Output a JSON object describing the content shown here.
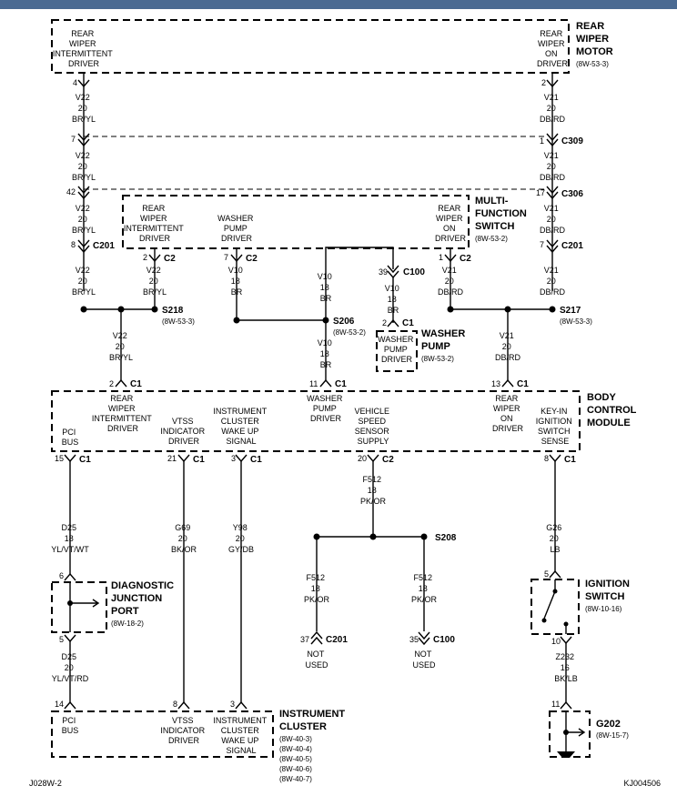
{
  "modules": {
    "rear_wiper_motor": {
      "lines": [
        "REAR",
        "WIPER",
        "MOTOR"
      ],
      "ref": "(8W-53-3)"
    },
    "multifunction_switch": {
      "lines": [
        "MULTI-",
        "FUNCTION",
        "SWITCH"
      ],
      "ref": "(8W-53-2)"
    },
    "body_control_module": {
      "lines": [
        "BODY",
        "CONTROL",
        "MODULE"
      ]
    },
    "washer_pump": {
      "lines": [
        "WASHER",
        "PUMP"
      ],
      "ref": "(8W-53-2)"
    },
    "diagnostic_junction_port": {
      "lines": [
        "DIAGNOSTIC",
        "JUNCTION",
        "PORT"
      ],
      "ref": "(8W-18-2)"
    },
    "ignition_switch": {
      "lines": [
        "IGNITION",
        "SWITCH"
      ],
      "ref": "(8W-10-16)"
    },
    "instrument_cluster": {
      "lines": [
        "INSTRUMENT",
        "CLUSTER"
      ],
      "refs": [
        "(8W-40-3)",
        "(8W-40-4)",
        "(8W-40-5)",
        "(8W-40-6)",
        "(8W-40-7)"
      ]
    },
    "g202": {
      "lines": [
        "G202"
      ],
      "ref": "(8W-15-7)"
    }
  },
  "internal_labels": {
    "rwm_intermittent": [
      "REAR",
      "WIPER",
      "INTERMITTENT",
      "DRIVER"
    ],
    "rwm_on": [
      "REAR",
      "WIPER",
      "ON",
      "DRIVER"
    ],
    "mfs_intermittent": [
      "REAR",
      "WIPER",
      "INTERMITTENT",
      "DRIVER"
    ],
    "mfs_washer": [
      "WASHER",
      "PUMP",
      "DRIVER"
    ],
    "mfs_on": [
      "REAR",
      "WIPER",
      "ON",
      "DRIVER"
    ],
    "pump_driver": [
      "WASHER",
      "PUMP",
      "DRIVER"
    ],
    "bcm_pci": [
      "PCI",
      "BUS"
    ],
    "bcm_intermittent": [
      "REAR",
      "WIPER",
      "INTERMITTENT",
      "DRIVER"
    ],
    "bcm_vtss": [
      "VTSS",
      "INDICATOR",
      "DRIVER"
    ],
    "bcm_ic_wake": [
      "INSTRUMENT",
      "CLUSTER",
      "WAKE UP",
      "SIGNAL"
    ],
    "bcm_washer": [
      "WASHER",
      "PUMP",
      "DRIVER"
    ],
    "bcm_vss": [
      "VEHICLE",
      "SPEED",
      "SENSOR",
      "SUPPLY"
    ],
    "bcm_on": [
      "REAR",
      "WIPER",
      "ON",
      "DRIVER"
    ],
    "bcm_keyin": [
      "KEY-IN",
      "IGNITION",
      "SWITCH",
      "SENSE"
    ],
    "ic_pci": [
      "PCI",
      "BUS"
    ],
    "ic_vtss": [
      "VTSS",
      "INDICATOR",
      "DRIVER"
    ],
    "ic_wake": [
      "INSTRUMENT",
      "CLUSTER",
      "WAKE UP",
      "SIGNAL"
    ]
  },
  "wires": {
    "v22_a": [
      "V22",
      "20",
      "BR/YL"
    ],
    "v22_b": [
      "V22",
      "20",
      "BR/YL"
    ],
    "v22_c": [
      "V22",
      "20",
      "BR/YL"
    ],
    "v22_d": [
      "V22",
      "20",
      "BR/YL"
    ],
    "v22_e": [
      "V22",
      "20",
      "BR/YL"
    ],
    "v22_f": [
      "V22",
      "20",
      "BR/YL"
    ],
    "v21_a": [
      "V21",
      "20",
      "DB/RD"
    ],
    "v21_b": [
      "V21",
      "20",
      "DB/RD"
    ],
    "v21_c": [
      "V21",
      "20",
      "DB/RD"
    ],
    "v21_d": [
      "V21",
      "20",
      "DB/RD"
    ],
    "v21_e": [
      "V21",
      "20",
      "DB/RD"
    ],
    "v21_f": [
      "V21",
      "20",
      "DB/RD"
    ],
    "v10_a": [
      "V10",
      "18",
      "BR"
    ],
    "v10_b": [
      "V10",
      "18",
      "BR"
    ],
    "v10_c": [
      "V10",
      "18",
      "BR"
    ],
    "v10_d": [
      "V10",
      "18",
      "BR"
    ],
    "d25_a": [
      "D25",
      "18",
      "YL/VT/WT"
    ],
    "d25_b": [
      "D25",
      "20",
      "YL/VT/RD"
    ],
    "g69": [
      "G69",
      "20",
      "BK/OR"
    ],
    "y98": [
      "Y98",
      "20",
      "GY/DB"
    ],
    "f512_a": [
      "F512",
      "18",
      "PK/OR"
    ],
    "f512_b": [
      "F512",
      "18",
      "PK/OR"
    ],
    "f512_c": [
      "F512",
      "18",
      "PK/OR"
    ],
    "g26": [
      "G26",
      "20",
      "LB"
    ],
    "z232": [
      "Z232",
      "16",
      "BK/LB"
    ]
  },
  "pins": {
    "p4": "4",
    "p2_top": "2",
    "p7_c309": "7",
    "p1_c309": "1",
    "p42": "42",
    "p17": "17",
    "p8_c201": "8",
    "p7_c201": "7",
    "p2_mfs": "2",
    "p7_mfs": "7",
    "p1_mfs": "1",
    "p39": "39",
    "p2_pump": "2",
    "p2_bcm": "2",
    "p11_bcm": "11",
    "p13_bcm": "13",
    "p15": "15",
    "p21": "21",
    "p3_bcm": "3",
    "p20": "20",
    "p8_bcm": "8",
    "p6": "6",
    "p5_djp": "5",
    "p5_ign": "5",
    "p10": "10",
    "p11_g": "11",
    "p37": "37",
    "p35": "35",
    "p14": "14",
    "p8_ic": "8",
    "p3_ic": "3"
  },
  "connectors": {
    "c309": "C309",
    "c306": "C306",
    "c201_left": "C201",
    "c201_right": "C201",
    "c2_a": "C2",
    "c2_b": "C2",
    "c2_c": "C2",
    "c100_top": "C100",
    "c1_pump": "C1",
    "c1_a": "C1",
    "c1_b": "C1",
    "c1_c": "C1",
    "c1_d": "C1",
    "c1_e": "C1",
    "c1_f": "C1",
    "c1_g": "C1",
    "c2_bcm": "C2",
    "c201_bottom": "C201",
    "c100_bottom": "C100"
  },
  "splices": {
    "s218": {
      "name": "S218",
      "ref": "(8W-53-3)"
    },
    "s217": {
      "name": "S217",
      "ref": "(8W-53-3)"
    },
    "s206": {
      "name": "S206",
      "ref": "(8W-53-2)"
    },
    "s208": {
      "name": "S208"
    }
  },
  "not_used": [
    "NOT",
    "USED"
  ],
  "footer": {
    "left": "J028W-2",
    "right": "KJ004506"
  },
  "colors": {
    "header_bar": "#4a6a92",
    "line": "#000000"
  }
}
